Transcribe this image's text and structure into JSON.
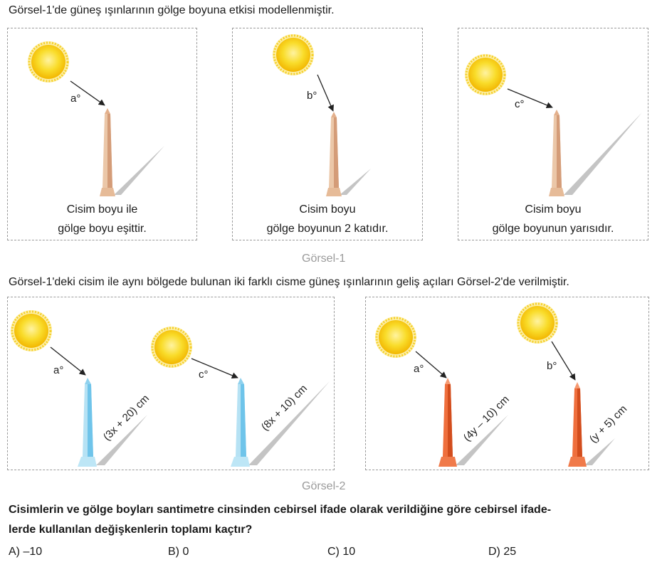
{
  "intro": "Görsel-1'de güneş ışınlarının gölge boyuna etkisi modellenmiştir.",
  "figure1": {
    "caption": "Görsel-1",
    "panels": [
      {
        "angle": "a°",
        "line1": "Cisim boyu ile",
        "line2": "gölge boyu eşittir."
      },
      {
        "angle": "b°",
        "line1": "Cisim boyu",
        "line2": "gölge boyunun 2 katıdır."
      },
      {
        "angle": "c°",
        "line1": "Cisim boyu",
        "line2": "gölge boyunun yarısıdır."
      }
    ]
  },
  "intro2": "Görsel-1'deki cisim ile aynı bölgede bulunan iki farklı cisme güneş ışınlarının geliş açıları Görsel-2'de verilmiştir.",
  "figure2": {
    "caption": "Görsel-2",
    "left": [
      {
        "angle": "a°",
        "length": "(3x + 20) cm"
      },
      {
        "angle": "c°",
        "length": "(8x + 10) cm"
      }
    ],
    "right": [
      {
        "angle": "a°",
        "length": "(4y – 10) cm"
      },
      {
        "angle": "b°",
        "length": "(y + 5) cm"
      }
    ]
  },
  "question": {
    "line1": "Cisimlerin ve gölge boyları santimetre cinsinden cebirsel ifade olarak verildiğine göre cebirsel ifade-",
    "line2": "lerde kullanılan değişkenlerin toplamı kaçtır?"
  },
  "options": [
    "A) –10",
    "B) 0",
    "C) 10",
    "D) 25"
  ],
  "colors": {
    "tower_beige": "#e9c3a3",
    "tower_blue": "#a9daf0",
    "tower_orange": "#ee6a3a",
    "shadow": "#c4c4c4",
    "sun": "#f7d21b",
    "caption_gray": "#9a9a9a"
  },
  "icons": [
    "sun-icon",
    "obelisk-icon",
    "arrow-icon"
  ]
}
